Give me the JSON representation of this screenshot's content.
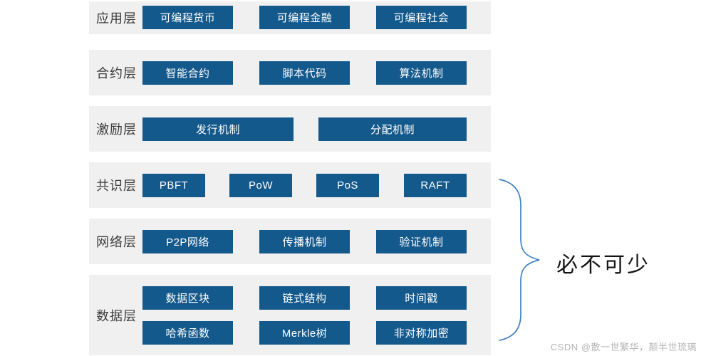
{
  "colors": {
    "box-blue": "#14598c",
    "band-gray": "#f0f0f1",
    "label-dark": "#3c3c3c",
    "brace-blue": "#3f80c1",
    "annotation-black": "#141414",
    "watermark-gray": "#b5b5b5"
  },
  "layers": [
    {
      "label": "应用层",
      "boxes": [
        "可编程货币",
        "可编程金融",
        "可编程社会"
      ]
    },
    {
      "label": "合约层",
      "boxes": [
        "智能合约",
        "脚本代码",
        "算法机制"
      ]
    },
    {
      "label": "激励层",
      "boxes": [
        "发行机制",
        "分配机制"
      ]
    },
    {
      "label": "共识层",
      "boxes": [
        "PBFT",
        "PoW",
        "PoS",
        "RAFT"
      ]
    },
    {
      "label": "网络层",
      "boxes": [
        "P2P网络",
        "传播机制",
        "验证机制"
      ]
    },
    {
      "label": "数据层",
      "rows": [
        [
          "数据区块",
          "链式结构",
          "时间戳"
        ],
        [
          "哈希函数",
          "Merkle树",
          "非对称加密"
        ]
      ]
    }
  ],
  "annotation": {
    "brace_label": "必不可少"
  },
  "watermark": "CSDN @散一世繁华，颠半世琉璃"
}
